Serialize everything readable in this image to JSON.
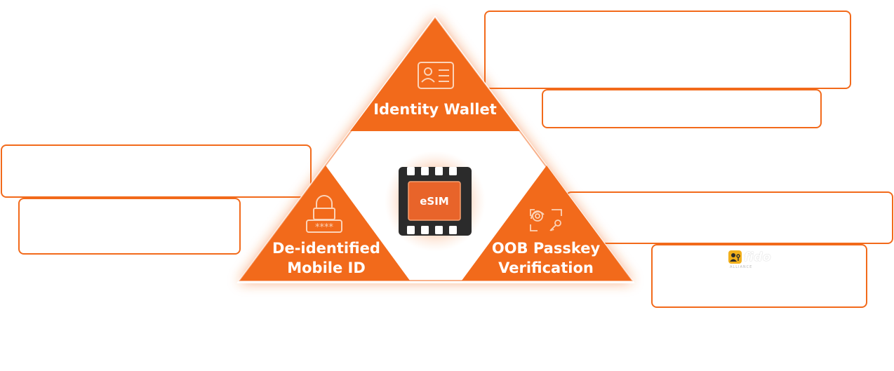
{
  "colors": {
    "accent": "#F26A1B",
    "chip_body": "#2B2B2B",
    "chip_core": "#E8642A",
    "white": "#FFFFFF",
    "fido_badge": "#F2B01B"
  },
  "triangle": {
    "top": {
      "label_line1": "Identity Wallet",
      "icon": "id-card-icon"
    },
    "bottom_left": {
      "label_line1": "De-identified",
      "label_line2": "Mobile ID",
      "icon": "padlock-password-icon"
    },
    "bottom_right": {
      "label_line1": "OOB Passkey",
      "label_line2": "Verification",
      "icon": "fingerprint-key-icon"
    },
    "center": {
      "label": "eSIM",
      "icon": "esim-chip-icon"
    }
  },
  "logo": {
    "word": "fido",
    "sub": "ALLIANCE",
    "icon": "fido-alliance-logo"
  }
}
